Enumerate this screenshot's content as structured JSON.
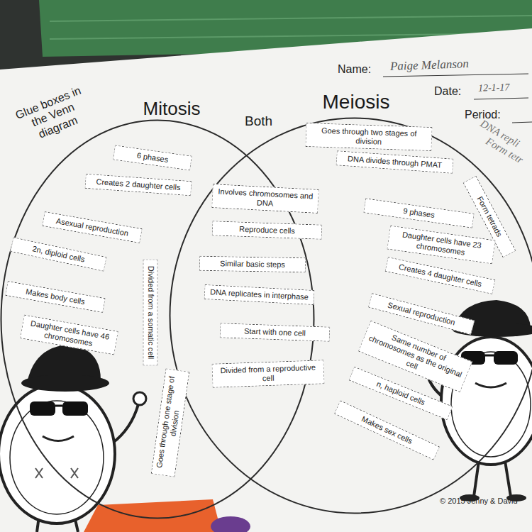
{
  "diagram": {
    "nodes": [
      {
        "text": [
          "Mitosis"
        ]
      },
      {
        "text": [
          "Meiosis"
        ]
      },
      {
        "text": [
          "6 phases"
        ],
        "in": 0
      },
      {
        "text": [
          "Creates 2 daughter cells"
        ],
        "in": 0
      },
      {
        "text": [
          "Asexual reproduction"
        ],
        "in": 0
      },
      {
        "text": [
          "2n, diploid cells"
        ],
        "in": 0
      },
      {
        "text": [
          "Makes body cells"
        ],
        "in": 0
      },
      {
        "text": [
          "Daughter cells have 46 chromosomes"
        ],
        "in": 0
      },
      {
        "text": [
          "Divided from a somatic cell"
        ],
        "in": 0
      },
      {
        "text": [
          "Goes through one stage of division"
        ],
        "in": 0
      },
      {
        "text": [
          "Involves chromosomes and DNA"
        ],
        "in": 0
      },
      {
        "text": [
          "Reproduce cells"
        ],
        "in": 0
      },
      {
        "text": [
          "Similar basic steps"
        ],
        "in": 0
      },
      {
        "text": [
          "DNA replicates in interphase"
        ],
        "in": 0
      },
      {
        "text": [
          "Start with one cell"
        ],
        "in": 0
      },
      {
        "text": [
          "Divided from a reproductive cell"
        ],
        "in": 0
      },
      {
        "text": [
          "Goes through two stages of division"
        ],
        "in": 1
      },
      {
        "text": [
          "DNA divides through PMAT"
        ],
        "in": 1
      },
      {
        "text": [
          "9 phases"
        ],
        "in": 1
      },
      {
        "text": [
          "Form tetrads"
        ],
        "in": 1
      },
      {
        "text": [
          "Daughter cells have 23 chromosomes"
        ],
        "in": 1
      },
      {
        "text": [
          "Creates 4 daughter cells"
        ],
        "in": 1
      },
      {
        "text": [
          "Sexual reproduction"
        ],
        "in": 1
      },
      {
        "text": [
          "Same number of chromosomes as the original cell"
        ],
        "in": 1
      },
      {
        "text": [
          "n, haploid cells"
        ],
        "in": 1
      },
      {
        "text": [
          "Makes sex cells"
        ],
        "in": 1
      }
    ],
    "labels": [
      "Glue boxes in the Venn diagram",
      "Both",
      "Name:",
      "Paige Melanson",
      "Date:",
      "12-1-17",
      "Period:",
      "DNA repli",
      "Form tetr",
      "© 2015 Jenny & David"
    ]
  }
}
